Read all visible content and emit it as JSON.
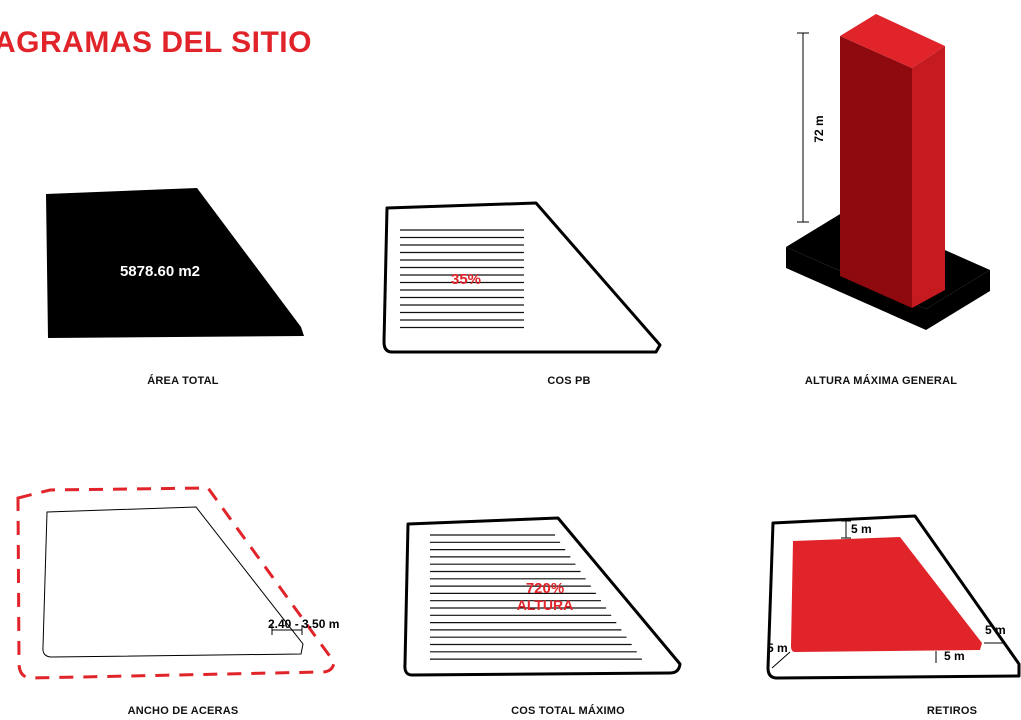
{
  "title": "AGRAMAS DEL SITIO",
  "colors": {
    "accent": "#e0242a",
    "dark_red": "#8e0a0e",
    "black": "#000000"
  },
  "diagrams": {
    "area_total": {
      "caption": "ÁREA TOTAL",
      "value": "5878.60 m2"
    },
    "cos_pb": {
      "caption": "COS PB",
      "value": "35%"
    },
    "altura_maxima": {
      "caption": "ALTURA MÁXIMA GENERAL",
      "height_label": "72 m"
    },
    "ancho_aceras": {
      "caption": "ANCHO DE ACERAS",
      "width_label": "2.40 - 3.50 m"
    },
    "cos_total": {
      "caption": "COS TOTAL MÁXIMO",
      "value": "720%",
      "sub": "ALTURA"
    },
    "retiros": {
      "caption": "RETIROS",
      "top": "5 m",
      "left": "5 m",
      "right": "5 m",
      "bottom": "5 m"
    }
  }
}
